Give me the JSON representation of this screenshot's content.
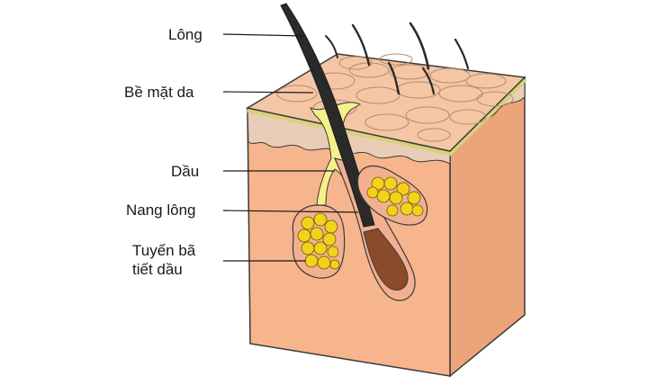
{
  "labels": {
    "hair": "Lông",
    "skin_surface": "Bề mặt da",
    "oil": "Dầu",
    "hair_follicle": "Nang lông",
    "sebaceous_gland_line1": "Tuyến bã",
    "sebaceous_gland_line2": "tiết dầu"
  },
  "colors": {
    "skin_top": "#f4c6a4",
    "skin_front": "#f6b58c",
    "skin_side": "#eca47a",
    "epidermis_band": "#e9cdb6",
    "surface_layer": "#e8e2a0",
    "sebum": "#f5f08a",
    "gland_cell": "#f2d21c",
    "hair": "#2a2a2a",
    "bulb": "#8a4b2a",
    "outline": "#3a3a3a"
  }
}
